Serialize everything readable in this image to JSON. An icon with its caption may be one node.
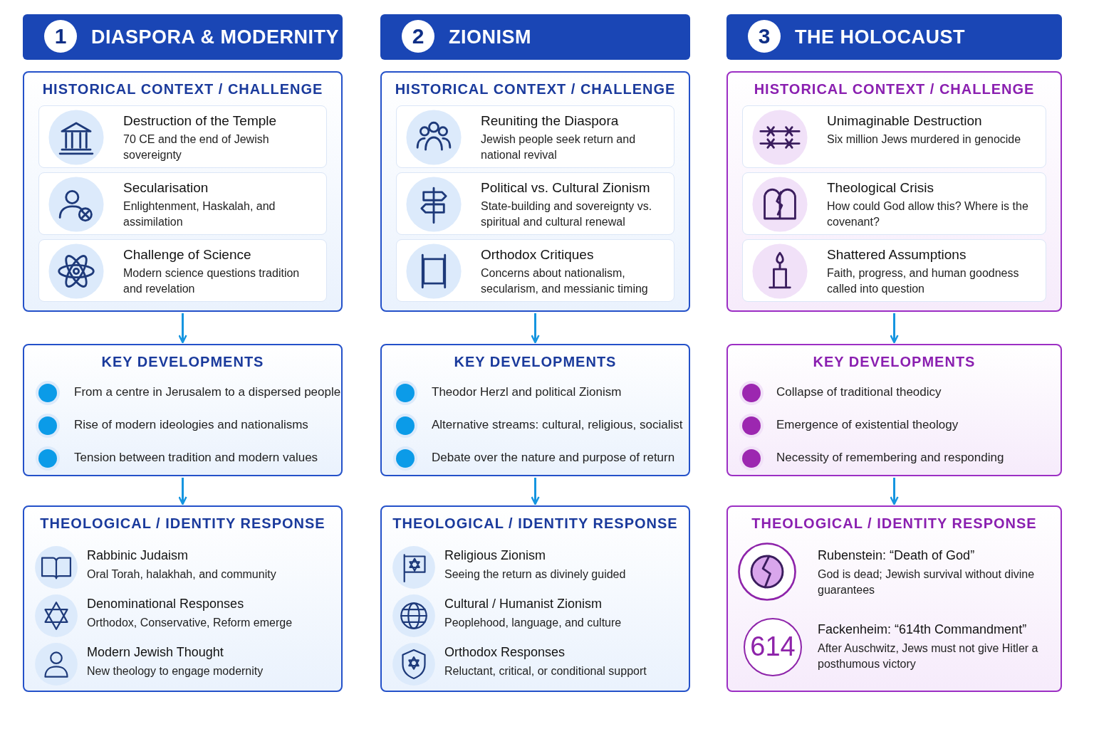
{
  "diagram": {
    "nodes": [
      {
        "text": [
          "1",
          "DIASPORA & MODERNITY"
        ]
      },
      {
        "text": [
          "HISTORICAL CONTEXT / CHALLENGE"
        ]
      },
      {
        "text": [
          "Destruction of the Temple",
          "70 CE and the end of Jewish sovereignty"
        ],
        "in": 1
      },
      {
        "text": [
          "Secularisation",
          "Enlightenment, Haskalah, and assimilation"
        ],
        "in": 1
      },
      {
        "text": [
          "Challenge of Science",
          "Modern science questions tradition and revelation"
        ],
        "in": 1
      },
      {
        "text": [
          "KEY DEVELOPMENTS"
        ]
      },
      {
        "text": [
          "THEOLOGICAL / IDENTITY RESPONSE"
        ]
      },
      {
        "text": [
          "2",
          "ZIONISM"
        ]
      },
      {
        "text": [
          "HISTORICAL CONTEXT / CHALLENGE"
        ]
      },
      {
        "text": [
          "Reuniting the Diaspora",
          "Jewish people seek return and national revival"
        ],
        "in": 8
      },
      {
        "text": [
          "Political vs. Cultural Zionism",
          "State-building and sovereignty vs. spiritual and cultural renewal"
        ],
        "in": 8
      },
      {
        "text": [
          "Orthodox Critiques",
          "Concerns about nationalism, secularism, and messianic timing"
        ],
        "in": 8
      },
      {
        "text": [
          "KEY DEVELOPMENTS"
        ]
      },
      {
        "text": [
          "THEOLOGICAL / IDENTITY RESPONSE"
        ]
      },
      {
        "text": [
          "3",
          "THE HOLOCAUST"
        ]
      },
      {
        "text": [
          "HISTORICAL CONTEXT / CHALLENGE"
        ]
      },
      {
        "text": [
          "Unimaginable Destruction",
          "Six million Jews murdered in genocide"
        ],
        "in": 15
      },
      {
        "text": [
          "Theological Crisis",
          "How could God allow this? Where is the covenant?"
        ],
        "in": 15
      },
      {
        "text": [
          "Shattered Assumptions",
          "Faith, progress, and human goodness called into question"
        ],
        "in": 15
      },
      {
        "text": [
          "KEY DEVELOPMENTS"
        ]
      },
      {
        "text": [
          "THEOLOGICAL / IDENTITY RESPONSE"
        ]
      }
    ],
    "edges": [
      {
        "from": 1,
        "to": 5,
        "arrow": "to"
      },
      {
        "from": 5,
        "to": 6,
        "arrow": "to"
      },
      {
        "from": 8,
        "to": 12,
        "arrow": "to"
      },
      {
        "from": 12,
        "to": 13,
        "arrow": "to"
      },
      {
        "from": 15,
        "to": 19,
        "arrow": "to"
      },
      {
        "from": 19,
        "to": 20,
        "arrow": "to"
      }
    ],
    "labels": [
      "From a centre in Jerusalem to a dispersed people",
      "Rise of modern ideologies and nationalisms",
      "Tension between tradition and modern values",
      "Rabbinic Judaism",
      "Oral Torah, halakhah, and community",
      "Denominational Responses",
      "Orthodox, Conservative, Reform emerge",
      "Modern Jewish Thought",
      "New theology to engage modernity",
      "Theodor Herzl and political Zionism",
      "Alternative streams: cultural, religious, socialist",
      "Debate over the nature and purpose of return",
      "Religious Zionism",
      "Seeing the return as divinely guided",
      "Cultural / Humanist Zionism",
      "Peoplehood, language, and culture",
      "Orthodox Responses",
      "Reluctant, critical, or conditional support",
      "Collapse of traditional theodicy",
      "Emergence of existential theology",
      "Necessity of remembering and responding",
      "Rubenstein: “Death of God”",
      "God is dead; Jewish survival without divine guarantees",
      "614",
      "Fackenheim: “614th Commandment”",
      "After Auschwitz, Jews must not give Hitler a posthumous victory"
    ]
  }
}
